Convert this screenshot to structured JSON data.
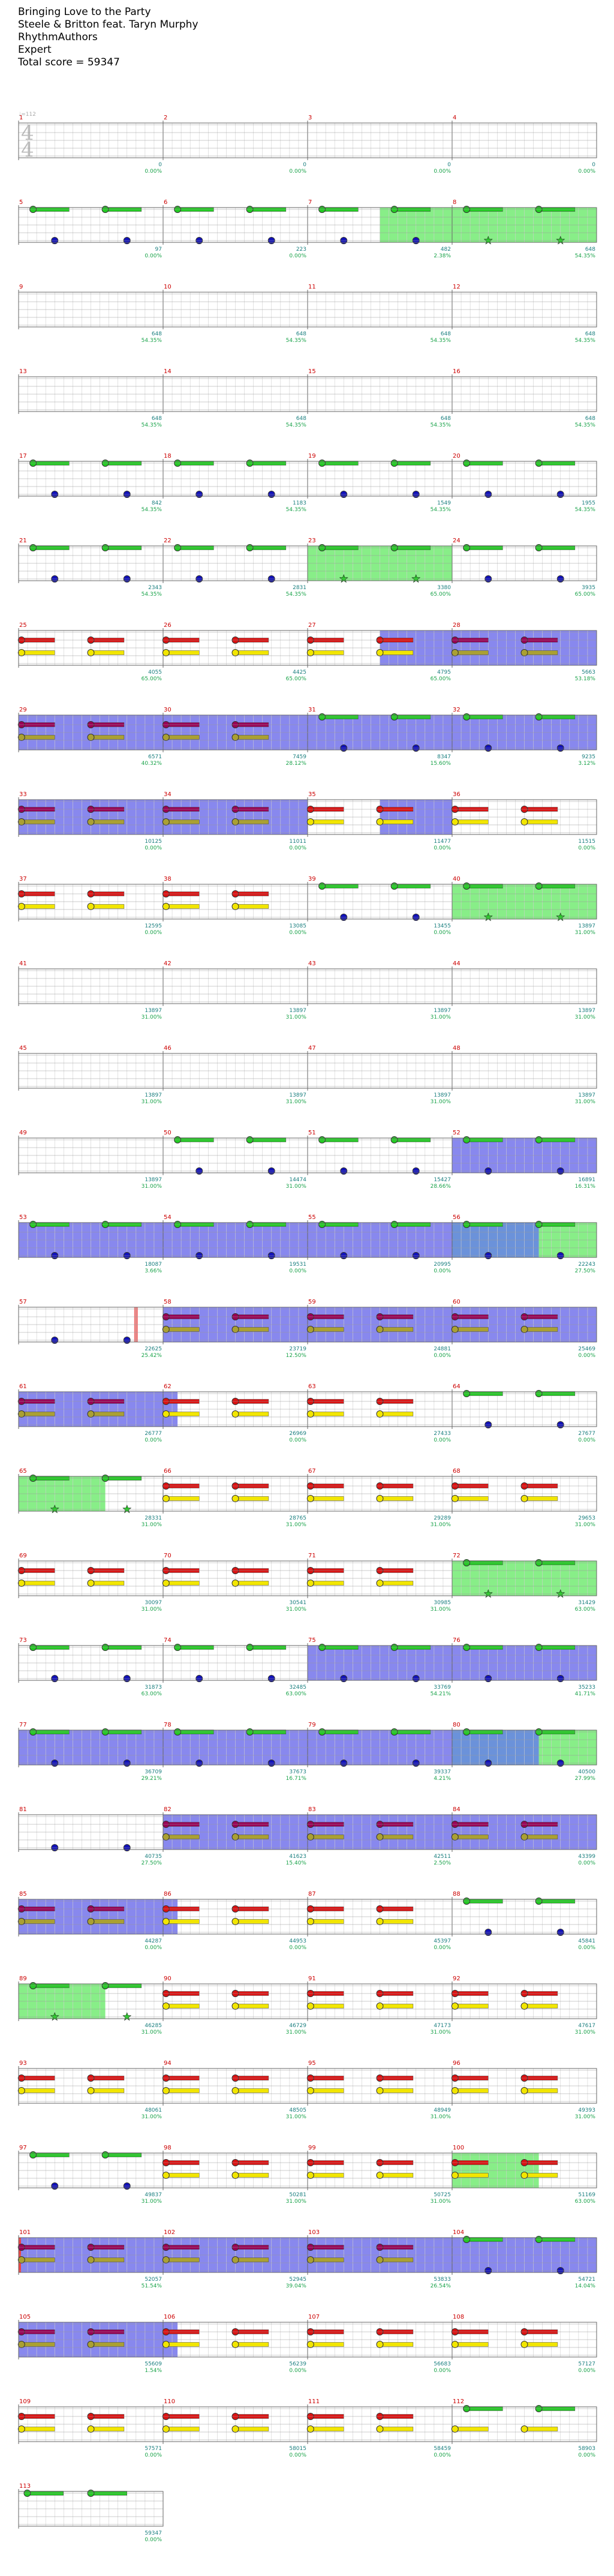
{
  "header": {
    "song_title": "Bringing Love to the Party",
    "artist": "Steele & Britton feat. Taryn Murphy",
    "charter": "RhythmAuthors",
    "difficulty": "Expert",
    "total_score": "Total score = 59347"
  },
  "time_signature": {
    "top": "4",
    "bottom": "4",
    "tempo": "♩=112"
  },
  "colors": {
    "green": "#22cc22",
    "red": "#dd1111",
    "yellow": "#f2e600",
    "blue": "#1010bb",
    "purple": "#990055",
    "olive": "#aaa033",
    "star_power": "#88ee88",
    "solo": "#8888ee",
    "grid": "#cfcfcf",
    "staff": "#666666"
  },
  "rows": [
    {
      "measures": [
        {
          "n": "1",
          "score": "0",
          "pct": "0.00%",
          "bg": "none",
          "lanes": ""
        },
        {
          "n": "2",
          "score": "0",
          "pct": "0.00%",
          "bg": "none",
          "lanes": ""
        },
        {
          "n": "3",
          "score": "0",
          "pct": "0.00%",
          "bg": "none",
          "lanes": ""
        },
        {
          "n": "4",
          "score": "0",
          "pct": "0.00%",
          "bg": "none",
          "lanes": ""
        }
      ]
    },
    {
      "measures": [
        {
          "n": "5",
          "score": "97",
          "pct": "0.00%",
          "bg": "none",
          "lanes": "gb"
        },
        {
          "n": "6",
          "score": "223",
          "pct": "0.00%",
          "bg": "none",
          "lanes": "gb"
        },
        {
          "n": "7",
          "score": "482",
          "pct": "2.38%",
          "bg": "sp-half",
          "lanes": "gb"
        },
        {
          "n": "8",
          "score": "648",
          "pct": "54.35%",
          "bg": "sp",
          "lanes": "gs"
        }
      ]
    },
    {
      "measures": [
        {
          "n": "9",
          "score": "648",
          "pct": "54.35%",
          "bg": "none",
          "lanes": ""
        },
        {
          "n": "10",
          "score": "648",
          "pct": "54.35%",
          "bg": "none",
          "lanes": ""
        },
        {
          "n": "11",
          "score": "648",
          "pct": "54.35%",
          "bg": "none",
          "lanes": ""
        },
        {
          "n": "12",
          "score": "648",
          "pct": "54.35%",
          "bg": "none",
          "lanes": ""
        }
      ]
    },
    {
      "measures": [
        {
          "n": "13",
          "score": "648",
          "pct": "54.35%",
          "bg": "none",
          "lanes": ""
        },
        {
          "n": "14",
          "score": "648",
          "pct": "54.35%",
          "bg": "none",
          "lanes": ""
        },
        {
          "n": "15",
          "score": "648",
          "pct": "54.35%",
          "bg": "none",
          "lanes": ""
        },
        {
          "n": "16",
          "score": "648",
          "pct": "54.35%",
          "bg": "none",
          "lanes": ""
        }
      ]
    },
    {
      "measures": [
        {
          "n": "17",
          "score": "842",
          "pct": "54.35%",
          "bg": "none",
          "lanes": "gb"
        },
        {
          "n": "18",
          "score": "1183",
          "pct": "54.35%",
          "bg": "none",
          "lanes": "gb"
        },
        {
          "n": "19",
          "score": "1549",
          "pct": "54.35%",
          "bg": "none",
          "lanes": "gb"
        },
        {
          "n": "20",
          "score": "1955",
          "pct": "54.35%",
          "bg": "none",
          "lanes": "gb"
        }
      ]
    },
    {
      "measures": [
        {
          "n": "21",
          "score": "2343",
          "pct": "54.35%",
          "bg": "none",
          "lanes": "gb"
        },
        {
          "n": "22",
          "score": "2831",
          "pct": "54.35%",
          "bg": "none",
          "lanes": "gb"
        },
        {
          "n": "23",
          "score": "3380",
          "pct": "65.00%",
          "bg": "sp",
          "lanes": "gs"
        },
        {
          "n": "24",
          "score": "3935",
          "pct": "65.00%",
          "bg": "none",
          "lanes": "gb"
        }
      ]
    },
    {
      "measures": [
        {
          "n": "25",
          "score": "4055",
          "pct": "65.00%",
          "bg": "none",
          "lanes": "ry"
        },
        {
          "n": "26",
          "score": "4425",
          "pct": "65.00%",
          "bg": "none",
          "lanes": "ry"
        },
        {
          "n": "27",
          "score": "4795",
          "pct": "65.00%",
          "bg": "solo-half",
          "lanes": "ry"
        },
        {
          "n": "28",
          "score": "5663",
          "pct": "53.18%",
          "bg": "solo",
          "lanes": "po"
        }
      ]
    },
    {
      "measures": [
        {
          "n": "29",
          "score": "6571",
          "pct": "40.32%",
          "bg": "solo",
          "lanes": "po"
        },
        {
          "n": "30",
          "score": "7459",
          "pct": "28.12%",
          "bg": "solo",
          "lanes": "po"
        },
        {
          "n": "31",
          "score": "8347",
          "pct": "15.60%",
          "bg": "solo",
          "lanes": "gb"
        },
        {
          "n": "32",
          "score": "9235",
          "pct": "3.12%",
          "bg": "solo",
          "lanes": "gb"
        }
      ]
    },
    {
      "measures": [
        {
          "n": "33",
          "score": "10125",
          "pct": "0.00%",
          "bg": "solo",
          "lanes": "po"
        },
        {
          "n": "34",
          "score": "11011",
          "pct": "0.00%",
          "bg": "solo",
          "lanes": "po"
        },
        {
          "n": "35",
          "score": "11477",
          "pct": "0.00%",
          "bg": "solo-half",
          "lanes": "ry"
        },
        {
          "n": "36",
          "score": "11515",
          "pct": "0.00%",
          "bg": "none",
          "lanes": "ry"
        }
      ]
    },
    {
      "measures": [
        {
          "n": "37",
          "score": "12595",
          "pct": "0.00%",
          "bg": "none",
          "lanes": "ry"
        },
        {
          "n": "38",
          "score": "13085",
          "pct": "0.00%",
          "bg": "none",
          "lanes": "ry"
        },
        {
          "n": "39",
          "score": "13455",
          "pct": "0.00%",
          "bg": "none",
          "lanes": "gb"
        },
        {
          "n": "40",
          "score": "13897",
          "pct": "31.00%",
          "bg": "sp",
          "lanes": "gs"
        }
      ]
    },
    {
      "measures": [
        {
          "n": "41",
          "score": "13897",
          "pct": "31.00%",
          "bg": "none",
          "lanes": ""
        },
        {
          "n": "42",
          "score": "13897",
          "pct": "31.00%",
          "bg": "none",
          "lanes": ""
        },
        {
          "n": "43",
          "score": "13897",
          "pct": "31.00%",
          "bg": "none",
          "lanes": ""
        },
        {
          "n": "44",
          "score": "13897",
          "pct": "31.00%",
          "bg": "none",
          "lanes": ""
        }
      ]
    },
    {
      "measures": [
        {
          "n": "45",
          "score": "13897",
          "pct": "31.00%",
          "bg": "none",
          "lanes": ""
        },
        {
          "n": "46",
          "score": "13897",
          "pct": "31.00%",
          "bg": "none",
          "lanes": ""
        },
        {
          "n": "47",
          "score": "13897",
          "pct": "31.00%",
          "bg": "none",
          "lanes": ""
        },
        {
          "n": "48",
          "score": "13897",
          "pct": "31.00%",
          "bg": "none",
          "lanes": ""
        }
      ]
    },
    {
      "measures": [
        {
          "n": "49",
          "score": "13897",
          "pct": "31.00%",
          "bg": "none",
          "lanes": ""
        },
        {
          "n": "50",
          "score": "14474",
          "pct": "31.00%",
          "bg": "none",
          "lanes": "gb"
        },
        {
          "n": "51",
          "score": "15427",
          "pct": "28.66%",
          "bg": "none",
          "lanes": "gb"
        },
        {
          "n": "52",
          "score": "16891",
          "pct": "16.31%",
          "bg": "solo",
          "lanes": "gb"
        }
      ]
    },
    {
      "measures": [
        {
          "n": "53",
          "score": "18087",
          "pct": "3.66%",
          "bg": "solo",
          "lanes": "gb"
        },
        {
          "n": "54",
          "score": "19531",
          "pct": "0.00%",
          "bg": "solo",
          "lanes": "gb"
        },
        {
          "n": "55",
          "score": "20995",
          "pct": "0.00%",
          "bg": "solo",
          "lanes": "gb"
        },
        {
          "n": "56",
          "score": "22243",
          "pct": "27.50%",
          "bg": "solo-sp",
          "lanes": "gb"
        }
      ]
    },
    {
      "measures": [
        {
          "n": "57",
          "score": "22625",
          "pct": "25.42%",
          "bg": "red-edge",
          "lanes": "b"
        },
        {
          "n": "58",
          "score": "23719",
          "pct": "12.50%",
          "bg": "solo",
          "lanes": "po"
        },
        {
          "n": "59",
          "score": "24881",
          "pct": "0.00%",
          "bg": "solo",
          "lanes": "po"
        },
        {
          "n": "60",
          "score": "25469",
          "pct": "0.00%",
          "bg": "solo",
          "lanes": "po"
        }
      ]
    },
    {
      "measures": [
        {
          "n": "61",
          "score": "26777",
          "pct": "0.00%",
          "bg": "solo",
          "lanes": "po"
        },
        {
          "n": "62",
          "score": "26969",
          "pct": "0.00%",
          "bg": "solo-tail",
          "lanes": "ry"
        },
        {
          "n": "63",
          "score": "27433",
          "pct": "0.00%",
          "bg": "none",
          "lanes": "ry"
        },
        {
          "n": "64",
          "score": "27677",
          "pct": "0.00%",
          "bg": "none",
          "lanes": "gb"
        }
      ]
    },
    {
      "measures": [
        {
          "n": "65",
          "score": "28331",
          "pct": "31.00%",
          "bg": "sp-half",
          "lanes": "gs"
        },
        {
          "n": "66",
          "score": "28765",
          "pct": "31.00%",
          "bg": "none",
          "lanes": "ry"
        },
        {
          "n": "67",
          "score": "29289",
          "pct": "31.00%",
          "bg": "none",
          "lanes": "ry"
        },
        {
          "n": "68",
          "score": "29653",
          "pct": "31.00%",
          "bg": "none",
          "lanes": "ry"
        }
      ]
    },
    {
      "measures": [
        {
          "n": "69",
          "score": "30097",
          "pct": "31.00%",
          "bg": "none",
          "lanes": "ry"
        },
        {
          "n": "70",
          "score": "30541",
          "pct": "31.00%",
          "bg": "none",
          "lanes": "ry"
        },
        {
          "n": "71",
          "score": "30985",
          "pct": "31.00%",
          "bg": "none",
          "lanes": "ry"
        },
        {
          "n": "72",
          "score": "31429",
          "pct": "63.00%",
          "bg": "sp",
          "lanes": "gs"
        }
      ]
    },
    {
      "measures": [
        {
          "n": "73",
          "score": "31873",
          "pct": "63.00%",
          "bg": "none",
          "lanes": "gb"
        },
        {
          "n": "74",
          "score": "32485",
          "pct": "63.00%",
          "bg": "none",
          "lanes": "gb"
        },
        {
          "n": "75",
          "score": "33769",
          "pct": "54.21%",
          "bg": "solo",
          "lanes": "gb"
        },
        {
          "n": "76",
          "score": "35233",
          "pct": "41.71%",
          "bg": "solo",
          "lanes": "gb"
        }
      ]
    },
    {
      "measures": [
        {
          "n": "77",
          "score": "36709",
          "pct": "29.21%",
          "bg": "solo",
          "lanes": "gb"
        },
        {
          "n": "78",
          "score": "37673",
          "pct": "16.71%",
          "bg": "solo",
          "lanes": "gb"
        },
        {
          "n": "79",
          "score": "39337",
          "pct": "4.21%",
          "bg": "solo",
          "lanes": "gb"
        },
        {
          "n": "80",
          "score": "40500",
          "pct": "27.99%",
          "bg": "solo-sp",
          "lanes": "gb"
        }
      ]
    },
    {
      "measures": [
        {
          "n": "81",
          "score": "40735",
          "pct": "27.50%",
          "bg": "none",
          "lanes": "b"
        },
        {
          "n": "82",
          "score": "41623",
          "pct": "15.40%",
          "bg": "solo",
          "lanes": "po"
        },
        {
          "n": "83",
          "score": "42511",
          "pct": "2.50%",
          "bg": "solo",
          "lanes": "po"
        },
        {
          "n": "84",
          "score": "43399",
          "pct": "0.00%",
          "bg": "solo",
          "lanes": "po"
        }
      ]
    },
    {
      "measures": [
        {
          "n": "85",
          "score": "44287",
          "pct": "0.00%",
          "bg": "solo",
          "lanes": "po"
        },
        {
          "n": "86",
          "score": "44953",
          "pct": "0.00%",
          "bg": "solo-tail",
          "lanes": "ry"
        },
        {
          "n": "87",
          "score": "45397",
          "pct": "0.00%",
          "bg": "none",
          "lanes": "ry"
        },
        {
          "n": "88",
          "score": "45841",
          "pct": "0.00%",
          "bg": "none",
          "lanes": "gb"
        }
      ]
    },
    {
      "measures": [
        {
          "n": "89",
          "score": "46285",
          "pct": "31.00%",
          "bg": "sp-half",
          "lanes": "gs"
        },
        {
          "n": "90",
          "score": "46729",
          "pct": "31.00%",
          "bg": "none",
          "lanes": "ry"
        },
        {
          "n": "91",
          "score": "47173",
          "pct": "31.00%",
          "bg": "none",
          "lanes": "ry"
        },
        {
          "n": "92",
          "score": "47617",
          "pct": "31.00%",
          "bg": "none",
          "lanes": "ry"
        }
      ]
    },
    {
      "measures": [
        {
          "n": "93",
          "score": "48061",
          "pct": "31.00%",
          "bg": "none",
          "lanes": "ry"
        },
        {
          "n": "94",
          "score": "48505",
          "pct": "31.00%",
          "bg": "none",
          "lanes": "ry"
        },
        {
          "n": "95",
          "score": "48949",
          "pct": "31.00%",
          "bg": "none",
          "lanes": "ry"
        },
        {
          "n": "96",
          "score": "49393",
          "pct": "31.00%",
          "bg": "none",
          "lanes": "ry"
        }
      ]
    },
    {
      "measures": [
        {
          "n": "97",
          "score": "49837",
          "pct": "31.00%",
          "bg": "none",
          "lanes": "gb"
        },
        {
          "n": "98",
          "score": "50281",
          "pct": "31.00%",
          "bg": "none",
          "lanes": "ry"
        },
        {
          "n": "99",
          "score": "50725",
          "pct": "31.00%",
          "bg": "none",
          "lanes": "ry"
        },
        {
          "n": "100",
          "score": "51169",
          "pct": "63.00%",
          "bg": "sp-mid",
          "lanes": "ry"
        }
      ]
    },
    {
      "measures": [
        {
          "n": "101",
          "score": "52057",
          "pct": "51.54%",
          "bg": "solo-red",
          "lanes": "po"
        },
        {
          "n": "102",
          "score": "52945",
          "pct": "39.04%",
          "bg": "solo",
          "lanes": "po"
        },
        {
          "n": "103",
          "score": "53833",
          "pct": "26.54%",
          "bg": "solo",
          "lanes": "po"
        },
        {
          "n": "104",
          "score": "54721",
          "pct": "14.04%",
          "bg": "solo",
          "lanes": "gb"
        }
      ]
    },
    {
      "measures": [
        {
          "n": "105",
          "score": "55609",
          "pct": "1.54%",
          "bg": "solo",
          "lanes": "po"
        },
        {
          "n": "106",
          "score": "56239",
          "pct": "0.00%",
          "bg": "solo-tail",
          "lanes": "ry"
        },
        {
          "n": "107",
          "score": "56683",
          "pct": "0.00%",
          "bg": "none",
          "lanes": "ry"
        },
        {
          "n": "108",
          "score": "57127",
          "pct": "0.00%",
          "bg": "none",
          "lanes": "ry"
        }
      ]
    },
    {
      "measures": [
        {
          "n": "109",
          "score": "57571",
          "pct": "0.00%",
          "bg": "none",
          "lanes": "ry"
        },
        {
          "n": "110",
          "score": "58015",
          "pct": "0.00%",
          "bg": "none",
          "lanes": "ry"
        },
        {
          "n": "111",
          "score": "58459",
          "pct": "0.00%",
          "bg": "none",
          "lanes": "ry"
        },
        {
          "n": "112",
          "score": "58903",
          "pct": "0.00%",
          "bg": "none",
          "lanes": "gy"
        }
      ]
    },
    {
      "measures": [
        {
          "n": "113",
          "score": "59347",
          "pct": "0.00%",
          "bg": "none",
          "lanes": "g"
        }
      ]
    }
  ]
}
